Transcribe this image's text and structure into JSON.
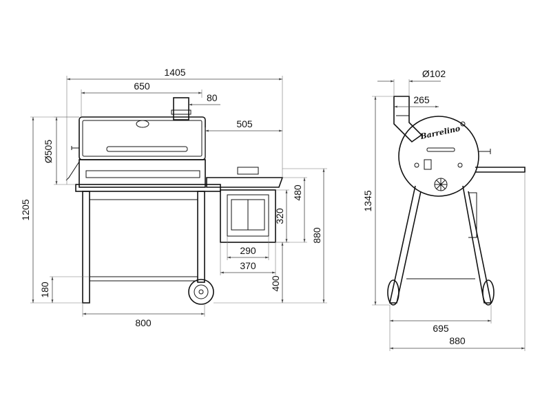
{
  "dimensions": {
    "front_width_total": "1405",
    "front_cooking_width": "650",
    "chimney_width": "80",
    "side_table_width": "505",
    "drum_diameter": "Ø505",
    "total_height": "1205",
    "side_table_height": "480",
    "firebox_height": "320",
    "side_box_total_height": "880",
    "leg_height": "400",
    "firebox_door_width": "290",
    "firebox_width": "370",
    "wheel_height": "180",
    "leg_width": "800",
    "side_chimney_diameter": "Ø102",
    "side_chimney_offset": "265",
    "side_total_height": "1345",
    "side_leg_width": "695",
    "side_total_depth": "880"
  },
  "brand_logo_text": "Barrelino",
  "colors": {
    "line": "#111111",
    "dimension": "#444444",
    "background": "#ffffff"
  }
}
